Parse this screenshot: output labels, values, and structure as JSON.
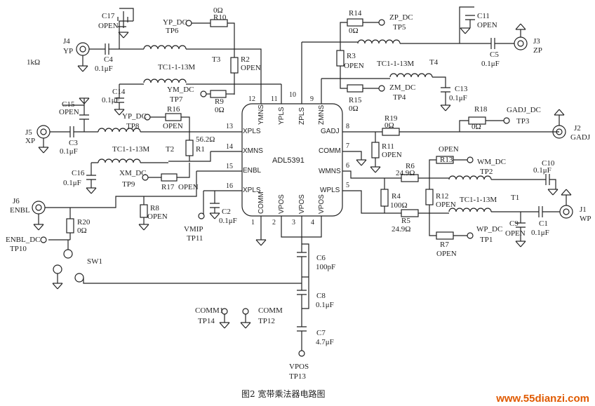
{
  "ic": {
    "name": "ADL5391"
  },
  "pins": {
    "p1": "1",
    "p2": "2",
    "p3": "3",
    "p4": "4",
    "p5": "5",
    "p6": "6",
    "p7": "7",
    "p8": "8",
    "p9": "9",
    "p10": "10",
    "p11": "11",
    "p12": "12",
    "p13": "13",
    "p14": "14",
    "p15": "15",
    "p16": "16",
    "ymns": "YMNS",
    "ypls": "YPLS",
    "zpls": "ZPLS",
    "zmns": "ZMNS",
    "xpls1": "XPLS",
    "xmns": "XMNS",
    "enbl": "ENBL",
    "xpls2": "XPLS",
    "comm_l": "COMM",
    "vpos2": "VPOS",
    "vpos3": "VPOS",
    "vpos4": "VPOS",
    "wpls": "WPLS",
    "wmns": "WMNS",
    "comm_r": "COMM",
    "gadj": "GADJ"
  },
  "labels": {
    "c17": "C17",
    "c17v": "OPEN",
    "yp_dc": "YP_DC",
    "tp6": "TP6",
    "r10": "R10",
    "r10v": "0Ω",
    "j4": "J4",
    "yp": "YP",
    "onek": "1kΩ",
    "c4": "C4",
    "c4v": "0.1μF",
    "t3": "T3",
    "r2": "R2",
    "r2v": "OPEN",
    "tc_t3": "TC1-1-13M",
    "c14": "C14",
    "c14v": "0.1μF",
    "ym_dc": "YM_DC",
    "tp7": "TP7",
    "r9": "R9",
    "r9v": "0Ω",
    "c15": "C15",
    "c15v": "OPEN",
    "yp_dc2": "YP_DC",
    "tp8": "TP8",
    "r16": "R16",
    "r16v": "OPEN",
    "j5": "J5",
    "xp": "XP",
    "c3": "C3",
    "c3v": "0.1μF",
    "r1": "R1",
    "r1v": "56.2Ω",
    "tc_t2": "TC1-1-13M",
    "t2": "T2",
    "c16": "C16",
    "c16v": "0.1μF",
    "xm_dc": "XM_DC",
    "tp9": "TP9",
    "r17": "R17",
    "r17v": "OPEN",
    "j6": "J6",
    "enbl": "ENBL",
    "r20": "R20",
    "r20v": "0Ω",
    "enbl_dc": "ENBL_DC",
    "tp10": "TP10",
    "sw1": "SW1",
    "r8": "R8",
    "r8v": "OPEN",
    "vmip": "VMIP",
    "tp11": "TP11",
    "c2": "C2",
    "c2v": "0.1μF",
    "c6": "C6",
    "c6v": "100pF",
    "c8": "C8",
    "c8v": "0.1μF",
    "c7": "C7",
    "c7v": "4.7μF",
    "vpos": "VPOS",
    "tp13": "TP13",
    "comm1": "COMM1",
    "tp14": "TP14",
    "comm": "COMM",
    "tp12": "TP12",
    "r14": "R14",
    "r14v": "0Ω",
    "zp_dc": "ZP_DC",
    "tp5": "TP5",
    "c11": "C11",
    "c11v": "OPEN",
    "j3": "J3",
    "zp": "ZP",
    "c5": "C5",
    "c5v": "0.1μF",
    "r3": "R3",
    "r3v": "OPEN",
    "tc_t4": "TC1-1-13M",
    "t4": "T4",
    "r15": "R15",
    "r15v": "0Ω",
    "zm_dc": "ZM_DC",
    "tp4": "TP4",
    "c13": "C13",
    "c13v": "0.1μF",
    "r19": "R19",
    "r19v": "0Ω",
    "r18": "R18",
    "r18v": "0Ω",
    "gadj_dc": "GADJ_DC",
    "tp3": "TP3",
    "j2": "J2",
    "gadj": "GADJ",
    "r11": "R11",
    "r11v": "OPEN",
    "r13": "R13",
    "r13v": "OPEN",
    "wm_dc": "WM_DC",
    "tp2": "TP2",
    "c10": "C10",
    "c10v": "0.1μF",
    "r6": "R6",
    "r6v": "24.9Ω",
    "r4": "R4",
    "r4v": "100Ω",
    "r12": "R12",
    "r12v": "OPEN",
    "tc_t1": "TC1-1-13M",
    "t1": "T1",
    "r5": "R5",
    "r5v": "24.9Ω",
    "c9": "C9",
    "c9v": "OPEN",
    "c1": "C1",
    "c1v": "0.1μF",
    "j1": "J1",
    "wp": "WP",
    "wp_dc": "WP_DC",
    "tp1": "TP1",
    "r7": "R7",
    "r7v": "OPEN"
  },
  "caption": "图2  宽带乘法器电路图",
  "watermark": "www.55dianzi.com"
}
